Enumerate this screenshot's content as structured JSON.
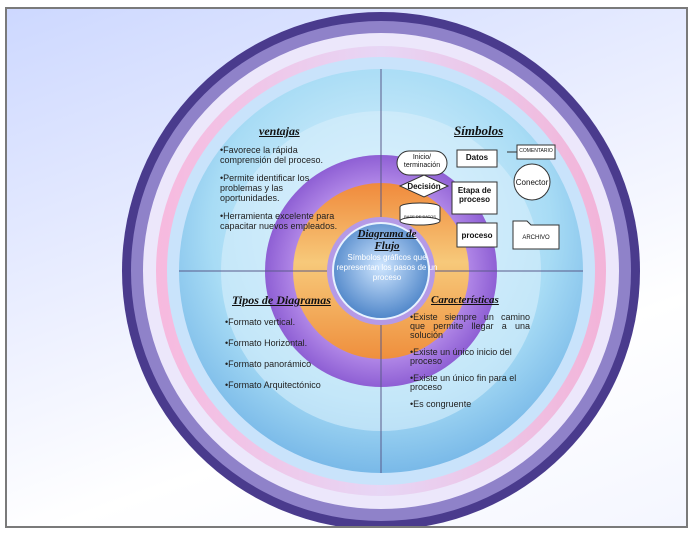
{
  "center": {
    "title": "Diagrama de Flujo",
    "text": "Símbolos gráficos que representan los pasos de un proceso"
  },
  "ventajas": {
    "title": "ventajas",
    "items": [
      "Favorece la rápida comprensión del proceso.",
      "Permite identificar los problemas y las oportunidades.",
      "Herramienta excelente para capacitar nuevos empleados."
    ]
  },
  "simbolos": {
    "title": "Símbolos",
    "labels": {
      "inicio": "Inicio/ terminación",
      "datos": "Datos",
      "comentario": "COMENTARIO",
      "conector": "Conector",
      "decision": "Decisión",
      "etapa": "Etapa de proceso",
      "base": "BASE DE DATOS",
      "proceso": "proceso",
      "archivo": "ARCHIVO"
    }
  },
  "tipos": {
    "title": "Tipos de Diagramas",
    "items": [
      "Formato vertical.",
      "Formato Horizontal.",
      "Formato panorámico",
      "Formato Arquitectónico"
    ]
  },
  "caracteristicas": {
    "title": "Características",
    "items": [
      "Existe siempre un camino que permite llegar a una solución",
      "Existe un único inicio del proceso",
      "Existe un único fin para el proceso",
      "Es congruente"
    ]
  },
  "colors": {
    "outer_ring": "#5c4a9e",
    "sky": "#9fd6f2",
    "purple": "#a77be0",
    "orange": "#f4b35c",
    "center": "#6aa0d8"
  }
}
